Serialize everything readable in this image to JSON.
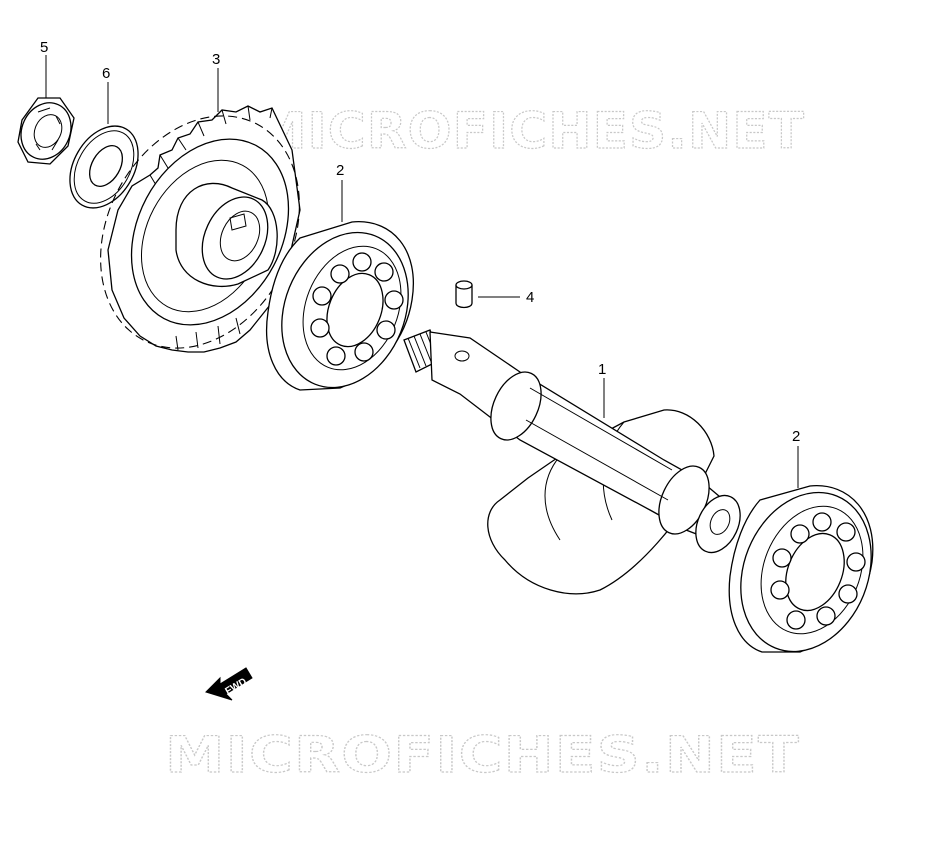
{
  "watermark": {
    "top_text": "MICROFICHES.NET",
    "bottom_text": "MICROFICHES.NET"
  },
  "callouts": {
    "part_1": "1",
    "part_2_left": "2",
    "part_2_right": "2",
    "part_3": "3",
    "part_4": "4",
    "part_5": "5",
    "part_6": "6"
  },
  "forward_indicator": {
    "label": "FWD"
  }
}
